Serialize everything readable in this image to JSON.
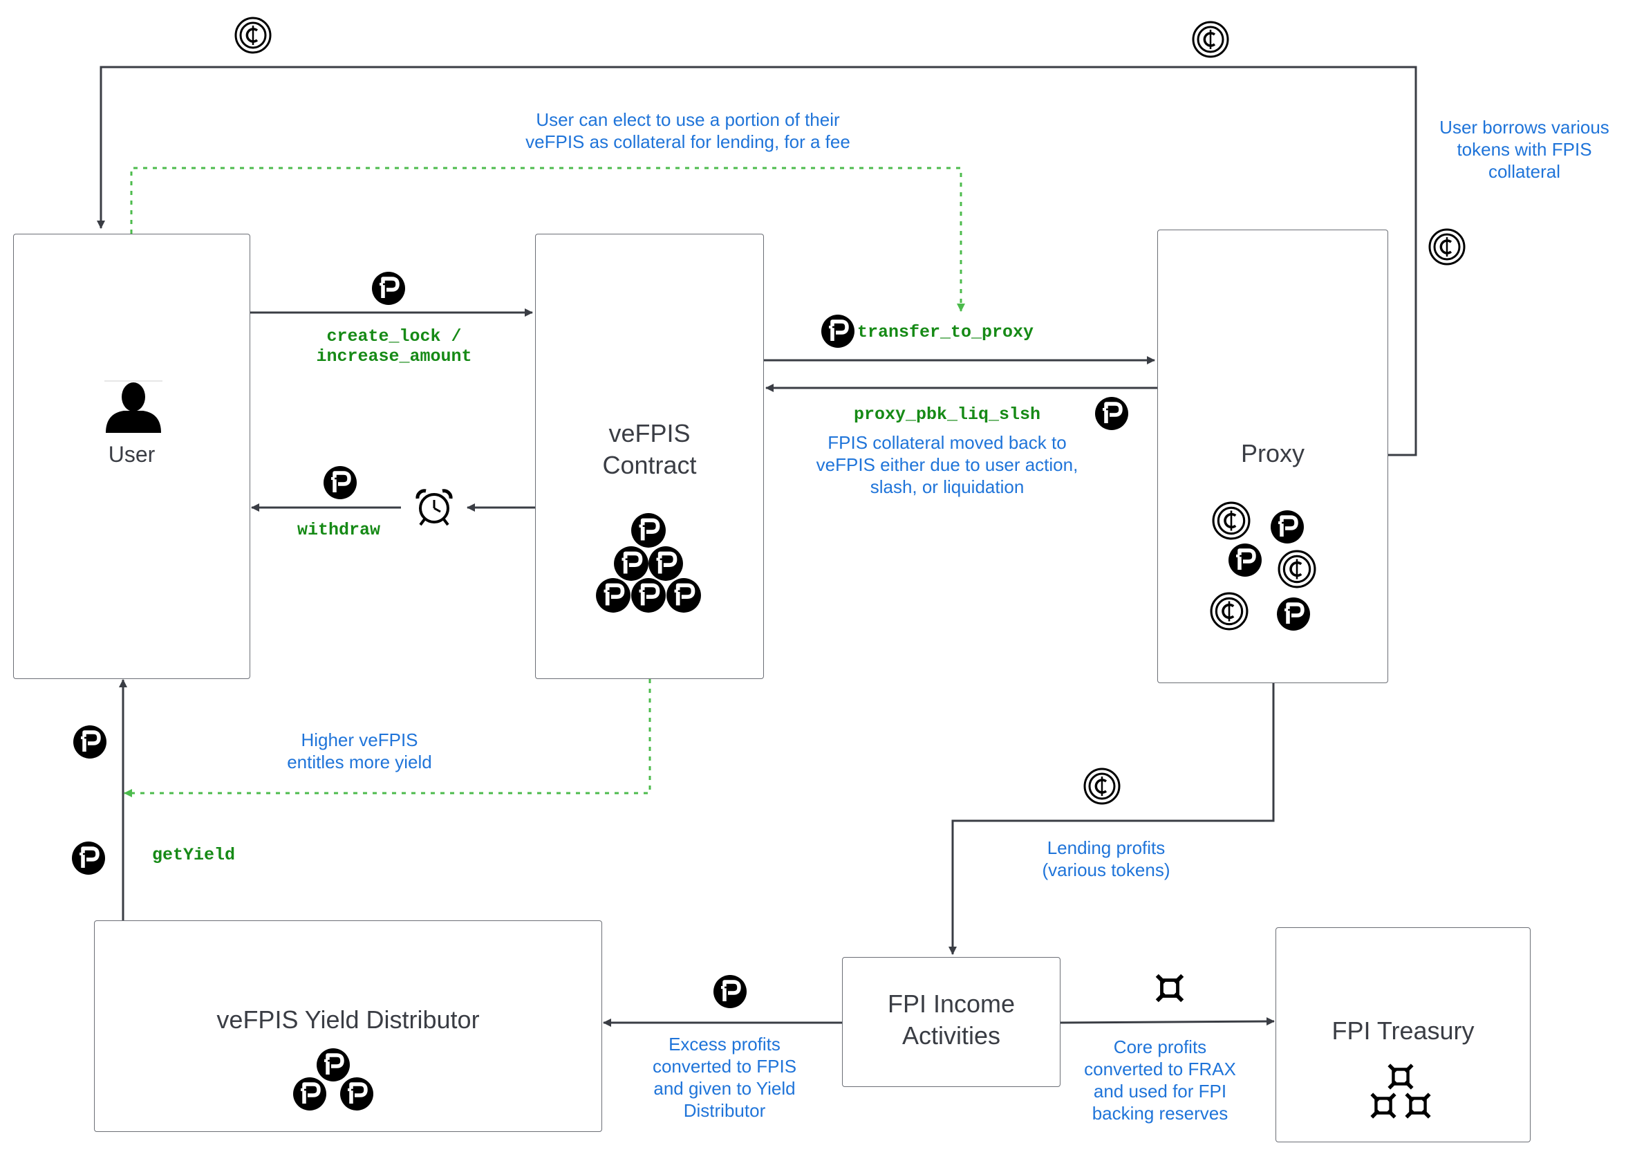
{
  "nodes": {
    "user": "User",
    "vefpis_contract": "veFPIS\nContract",
    "proxy": "Proxy",
    "yield_distributor": "veFPIS Yield Distributor",
    "fpi_income": "FPI Income\nActivities",
    "fpi_treasury": "FPI Treasury"
  },
  "functions": {
    "create_lock": "create_lock /\nincrease_amount",
    "withdraw": "withdraw",
    "transfer_to_proxy": "transfer_to_proxy",
    "proxy_pbk_liq_slsh": "proxy_pbk_liq_slsh",
    "get_yield": "getYield"
  },
  "notes": {
    "collateral_elect": "User can elect to use a portion of their\nveFPIS as collateral for lending, for a fee",
    "user_borrows": "User borrows various\ntokens with FPIS\ncollateral",
    "collateral_moved_back": "FPIS collateral moved back to\nveFPIS either due to user action,\nslash, or liquidation",
    "higher_vefpis": "Higher veFPIS\nentitles more yield",
    "lending_profits": "Lending profits\n(various tokens)",
    "excess_profits": "Excess profits\nconverted to FPIS\nand given to Yield\nDistributor",
    "core_profits": "Core profits\nconverted to FRAX\nand used for FPI\nbacking reserves"
  },
  "icons": {
    "fpis_token": "fpis-token-icon",
    "generic_token": "generic-token-icon",
    "frax_token": "frax-token-icon",
    "person": "user-person-icon",
    "clock": "alarm-clock-icon"
  },
  "colors": {
    "wire": "#3a3d44",
    "note": "#1f74d9",
    "code": "#168a16",
    "dashed": "#4cbb4c"
  }
}
